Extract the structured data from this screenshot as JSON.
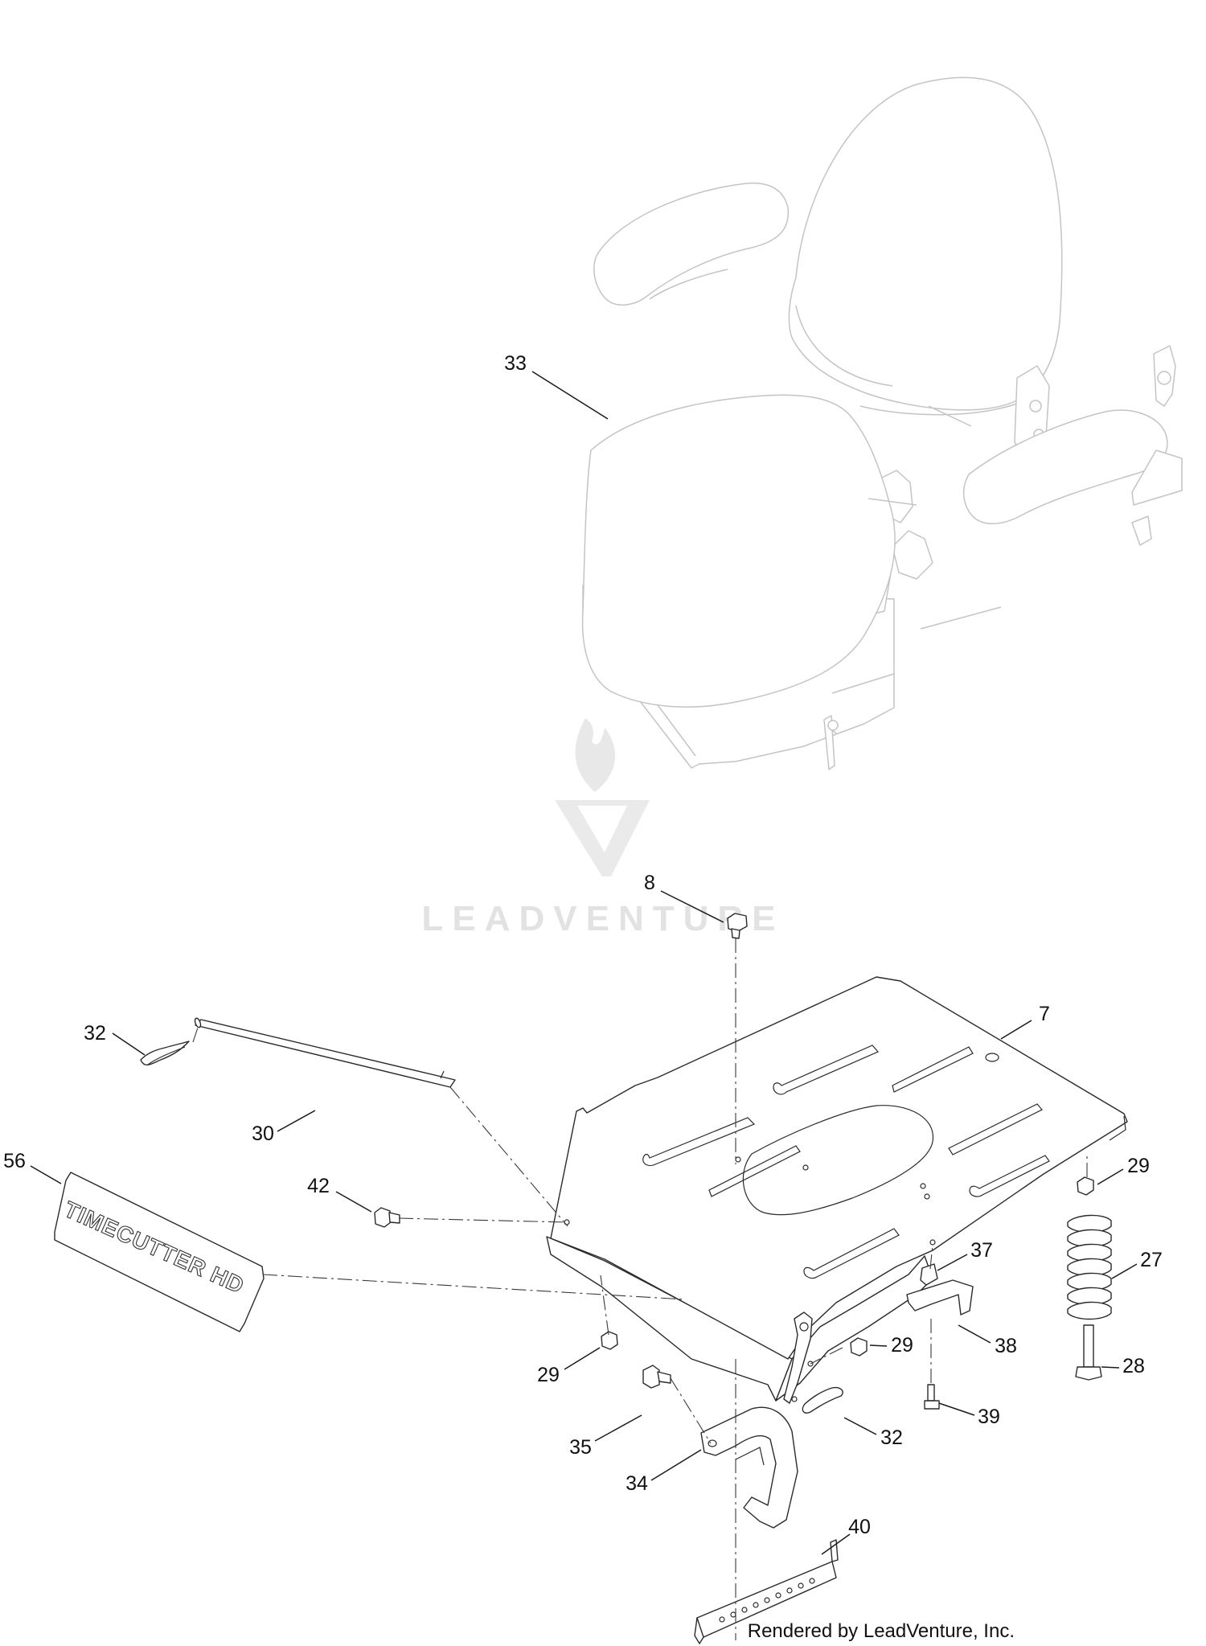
{
  "watermark": {
    "text": "LEADVENTURE"
  },
  "decal": {
    "text": "TIMECUTTER",
    "suffix": "HD"
  },
  "footer": {
    "credit": "Rendered by LeadVenture, Inc."
  },
  "callouts": {
    "p33": "33",
    "p8": "8",
    "p7": "7",
    "p32a": "32",
    "p30": "30",
    "p56": "56",
    "p42": "42",
    "p29a": "29",
    "p27": "27",
    "p37": "37",
    "p38": "38",
    "p28": "28",
    "p29b": "29",
    "p29c": "29",
    "p32b": "32",
    "p39": "39",
    "p35": "35",
    "p34": "34",
    "p40": "40"
  }
}
